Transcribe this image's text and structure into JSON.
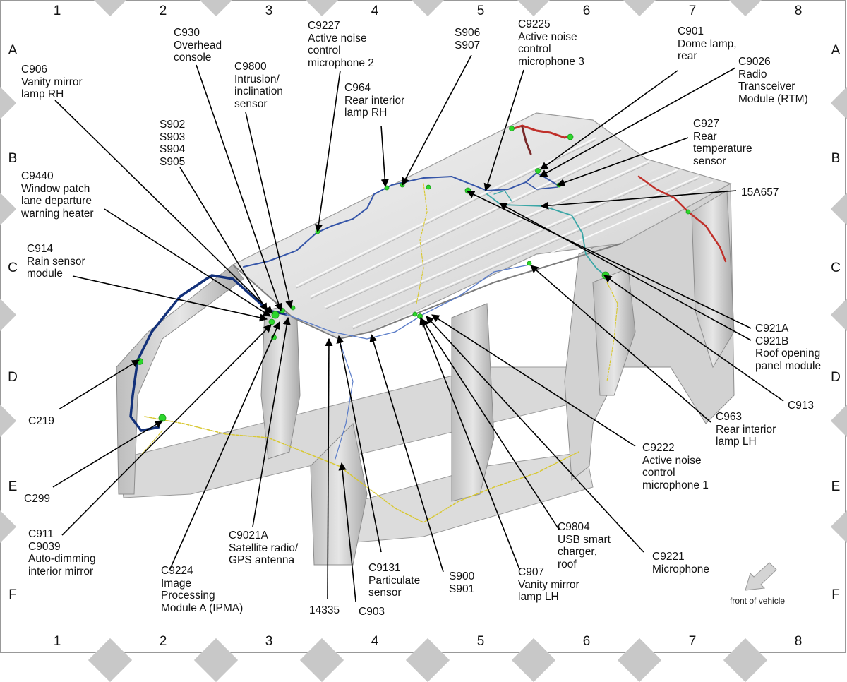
{
  "grid": {
    "columns": [
      "1",
      "2",
      "3",
      "4",
      "5",
      "6",
      "7",
      "8"
    ],
    "rows": [
      "A",
      "B",
      "C",
      "D",
      "E",
      "F"
    ]
  },
  "labels": {
    "c906": "C906\nVanity mirror\nlamp RH",
    "c930": "C930\nOverhead\nconsole",
    "c9800": "C9800\nIntrusion/\ninclination\nsensor",
    "c9227": "C9227\nActive noise\ncontrol\nmicrophone 2",
    "s906": "S906\nS907",
    "c9225": "C9225\nActive noise\ncontrol\nmicrophone 3",
    "c901": "C901\nDome lamp,\nrear",
    "c9026": "C9026\nRadio\nTransceiver\nModule (RTM)",
    "c964": "C964\nRear interior\nlamp RH",
    "s902": "S902\nS903\nS904\nS905",
    "c927": "C927\nRear\ntemperature\nsensor",
    "c9440": "C9440\nWindow patch\nlane departure\nwarning heater",
    "p15a657": "15A657",
    "c914": "C914\nRain sensor\nmodule",
    "c921": "C921A\nC921B\nRoof opening\npanel module",
    "c219": "C219",
    "c913": "C913",
    "c963": "C963\nRear interior\nlamp LH",
    "c9222": "C9222\nActive noise\ncontrol\nmicrophone 1",
    "c299": "C299",
    "c911": "C911\nC9039\nAuto-dimming\ninterior mirror",
    "c9021a": "C9021A\nSatellite radio/\nGPS antenna",
    "c9804": "C9804\nUSB smart\ncharger,\nroof",
    "c9224": "C9224\nImage\nProcessing\nModule A (IPMA)",
    "c9221": "C9221\nMicrophone",
    "c9131": "C9131\nParticulate\nsensor",
    "s900": "S900\nS901",
    "c907": "C907\nVanity mirror\nlamp LH",
    "p14335": "14335",
    "c903": "C903"
  },
  "orientation": {
    "text": "front of vehicle",
    "icon": "arrow-down-left-icon"
  },
  "colors": {
    "harness_blue": "#2a4ea0",
    "harness_navy": "#13317a",
    "harness_cyan": "#3aa6a6",
    "harness_red": "#c0302a",
    "harness_yellow": "#d8c832",
    "connector_green": "#2cd62c",
    "grid_diamond": "#c8c8c8"
  }
}
